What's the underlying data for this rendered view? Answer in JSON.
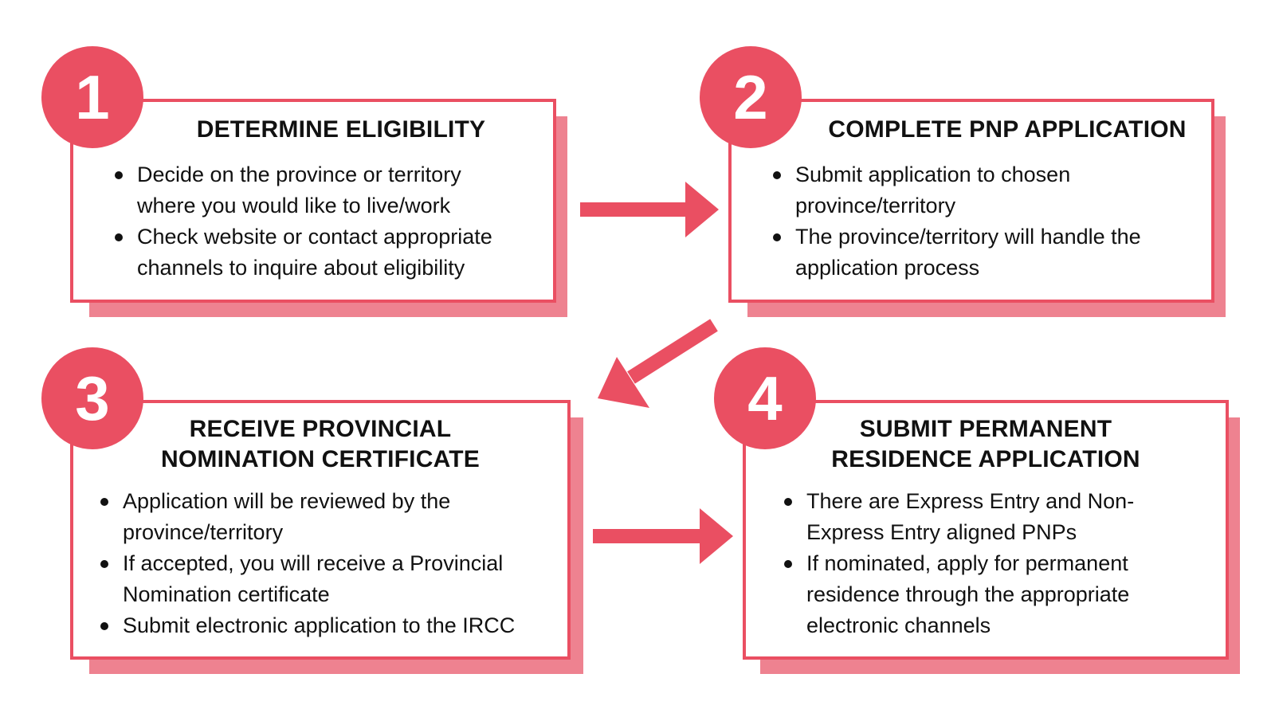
{
  "steps": [
    {
      "number": "1",
      "title_lines": [
        "DETERMINE ELIGIBILITY"
      ],
      "bullets": [
        [
          "Decide on the province or territory",
          "where you would like to live/work"
        ],
        [
          "Check website or contact appropriate",
          "channels to inquire about eligibility"
        ]
      ]
    },
    {
      "number": "2",
      "title_lines": [
        "COMPLETE PNP APPLICATION"
      ],
      "bullets": [
        [
          "Submit application to chosen",
          "province/territory"
        ],
        [
          "The province/territory will handle the",
          "application process"
        ]
      ]
    },
    {
      "number": "3",
      "title_lines": [
        "RECEIVE PROVINCIAL",
        "NOMINATION CERTIFICATE"
      ],
      "bullets": [
        [
          "Application will be reviewed by the",
          "province/territory"
        ],
        [
          "If accepted, you will receive a Provincial",
          "Nomination certificate"
        ],
        [
          "Submit electronic application to the IRCC"
        ]
      ]
    },
    {
      "number": "4",
      "title_lines": [
        "SUBMIT PERMANENT",
        "RESIDENCE APPLICATION"
      ],
      "bullets": [
        [
          "There are Express Entry and Non-",
          "Express Entry aligned PNPs"
        ],
        [
          "If nominated, apply for permanent",
          "residence through the appropriate",
          "electronic channels"
        ]
      ]
    }
  ],
  "colors": {
    "accent": "#ea4f62",
    "shadow": "#ee8290",
    "text": "#111111",
    "background": "#ffffff"
  }
}
